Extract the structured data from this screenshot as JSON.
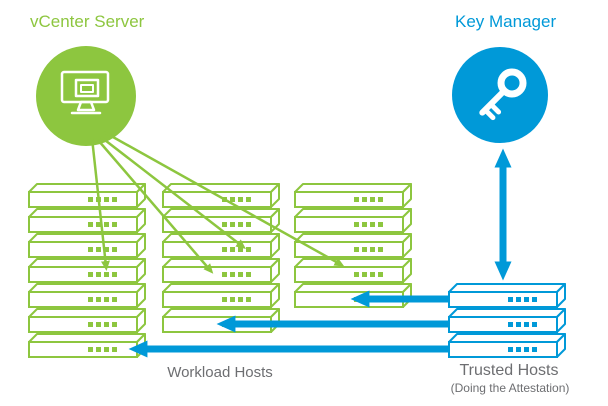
{
  "nodes": {
    "vcenter": {
      "label": "vCenter Server",
      "color": "#8DC63F",
      "icon": "monitor-window-icon"
    },
    "key_manager": {
      "label": "Key Manager",
      "color": "#0099D8",
      "icon": "key-icon"
    },
    "workload_hosts": {
      "label": "Workload Hosts",
      "color": "#8DC63F",
      "stack_columns": [
        7,
        6,
        5
      ]
    },
    "trusted_hosts": {
      "label": "Trusted Hosts",
      "sublabel": "(Doing the Attestation)",
      "color": "#0099D8",
      "stack_count": 3
    }
  },
  "edges": [
    {
      "from": "vcenter",
      "to": "workload_hosts.column1.row4",
      "style": "thin-arrow",
      "color": "#8DC63F"
    },
    {
      "from": "vcenter",
      "to": "workload_hosts.column2.row4",
      "style": "thin-arrow",
      "color": "#8DC63F"
    },
    {
      "from": "vcenter",
      "to": "workload_hosts.column2.row3",
      "style": "thin-arrow",
      "color": "#8DC63F"
    },
    {
      "from": "vcenter",
      "to": "workload_hosts.column3.row4",
      "style": "thin-arrow",
      "color": "#8DC63F"
    },
    {
      "from": "key_manager",
      "to": "trusted_hosts",
      "style": "thick-double-arrow",
      "color": "#0099D8"
    },
    {
      "from": "trusted_hosts.row1",
      "to": "workload_hosts.column3.bottom",
      "style": "thick-arrow",
      "color": "#0099D8"
    },
    {
      "from": "trusted_hosts.row2",
      "to": "workload_hosts.column2.bottom",
      "style": "thick-arrow",
      "color": "#0099D8"
    },
    {
      "from": "trusted_hosts.row3",
      "to": "workload_hosts.column1.bottom",
      "style": "thick-arrow",
      "color": "#0099D8"
    }
  ],
  "colors": {
    "green": "#8DC63F",
    "blue": "#0099D8",
    "label_gray": "#6D6E71",
    "background": "#FFFFFF"
  }
}
